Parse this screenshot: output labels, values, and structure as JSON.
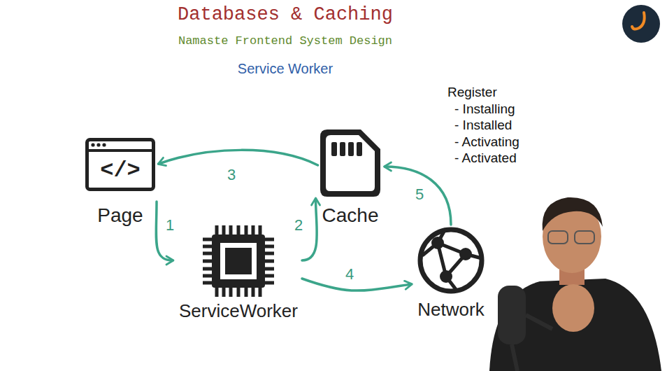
{
  "diagram": {
    "title": "Databases & Caching",
    "nodes": [
      {
        "text": [
          "</>",
          "Page"
        ]
      },
      {
        "text": [
          "ServiceWorker"
        ]
      },
      {
        "text": [
          "Cache"
        ]
      },
      {
        "text": [
          "Network"
        ]
      }
    ],
    "edges": [
      {
        "from": 0,
        "to": 1,
        "label": "1",
        "arrow": "to"
      },
      {
        "from": 1,
        "to": 2,
        "label": "2",
        "arrow": "to"
      },
      {
        "from": 2,
        "to": 0,
        "label": "3",
        "arrow": "to"
      },
      {
        "from": 1,
        "to": 3,
        "label": "4",
        "arrow": "to"
      },
      {
        "from": 3,
        "to": 2,
        "label": "5",
        "arrow": "to"
      }
    ],
    "labels": [
      "Namaste Frontend System Design",
      "Service Worker",
      "Register",
      "- Installing",
      "- Installed",
      "- Activating",
      "- Activated"
    ]
  }
}
